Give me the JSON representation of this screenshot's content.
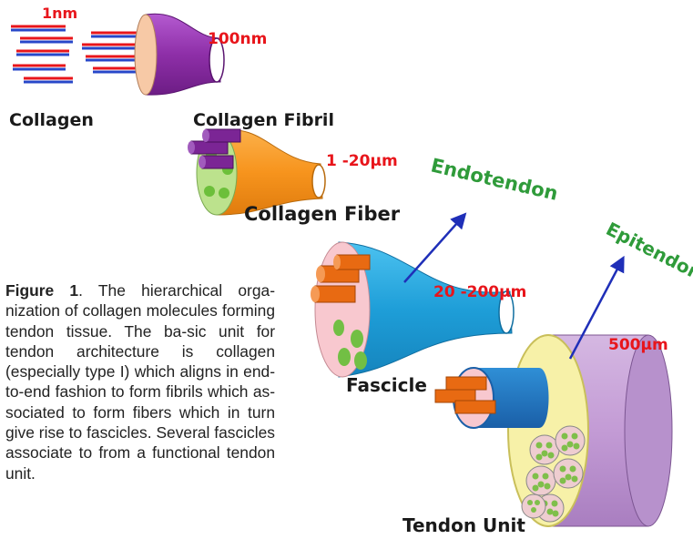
{
  "labels": {
    "size_collagen": "1nm",
    "size_fibril": "100nm",
    "collagen": "Collagen",
    "collagen_fibril": "Collagen Fibril",
    "size_fiber": "1 -20μm",
    "collagen_fiber": "Collagen Fiber",
    "endotendon": "Endotendon",
    "epitendon": "Epitendon",
    "size_fascicle": "20 -200μm",
    "fascicle": "Fascicle",
    "size_tendon": "500μm",
    "tendon_unit": "Tendon Unit"
  },
  "caption": {
    "lead": "Figure 1",
    "text": ". The hierarchical orga-nization of collagen molecules forming tendon tissue. The ba-sic unit for tendon architecture is collagen (especially type I) which aligns in end-to-end fashion to form fibrils which as-sociated to form fibers which in turn give rise to fascicles. Several fascicles associate to from a functional tendon unit."
  },
  "colors": {
    "red_label": "#e8151b",
    "green_label": "#2f9b3a",
    "arrow": "#1f2fb8",
    "fibril": "#9b3fb6",
    "fiber": "#f7941d",
    "fascicle": "#26a9e0",
    "tendon": "#c8a6d8",
    "endo_pink": "#f8c8cf"
  }
}
